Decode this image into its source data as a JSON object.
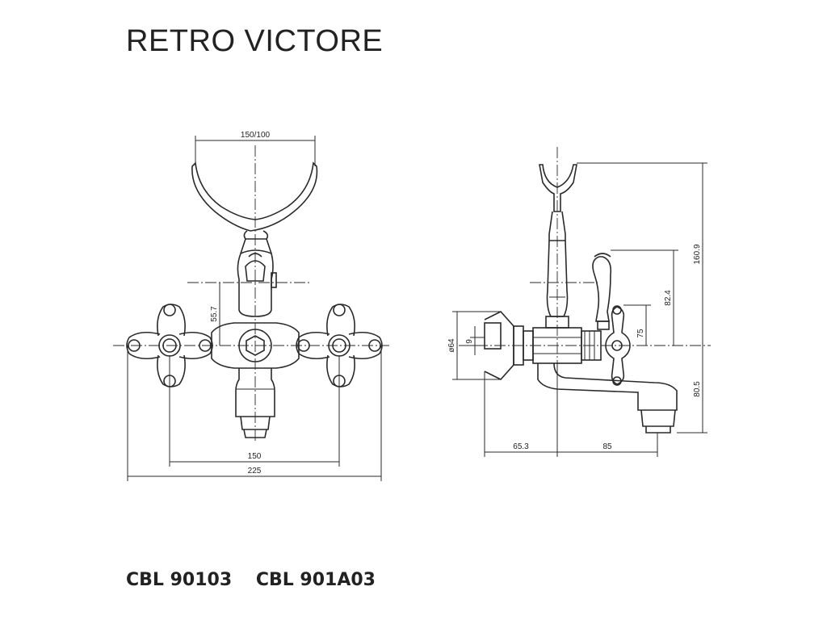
{
  "title": "RETRO VICTORE",
  "product_codes": [
    "CBL 90103",
    "CBL 901A03"
  ],
  "front_view": {
    "dimensions": {
      "holder_width": "150/100",
      "handle_height": "55.7",
      "handle_spacing": "150",
      "overall_width": "225"
    }
  },
  "side_view": {
    "dimensions": {
      "total_height": "160.9",
      "handle_height": "82.4",
      "knob_height": "75",
      "spout_drop": "80.5",
      "escutcheon_diameter": "ø64",
      "flange_depth": "9",
      "wall_to_axis": "65.3",
      "spout_projection": "85"
    }
  }
}
